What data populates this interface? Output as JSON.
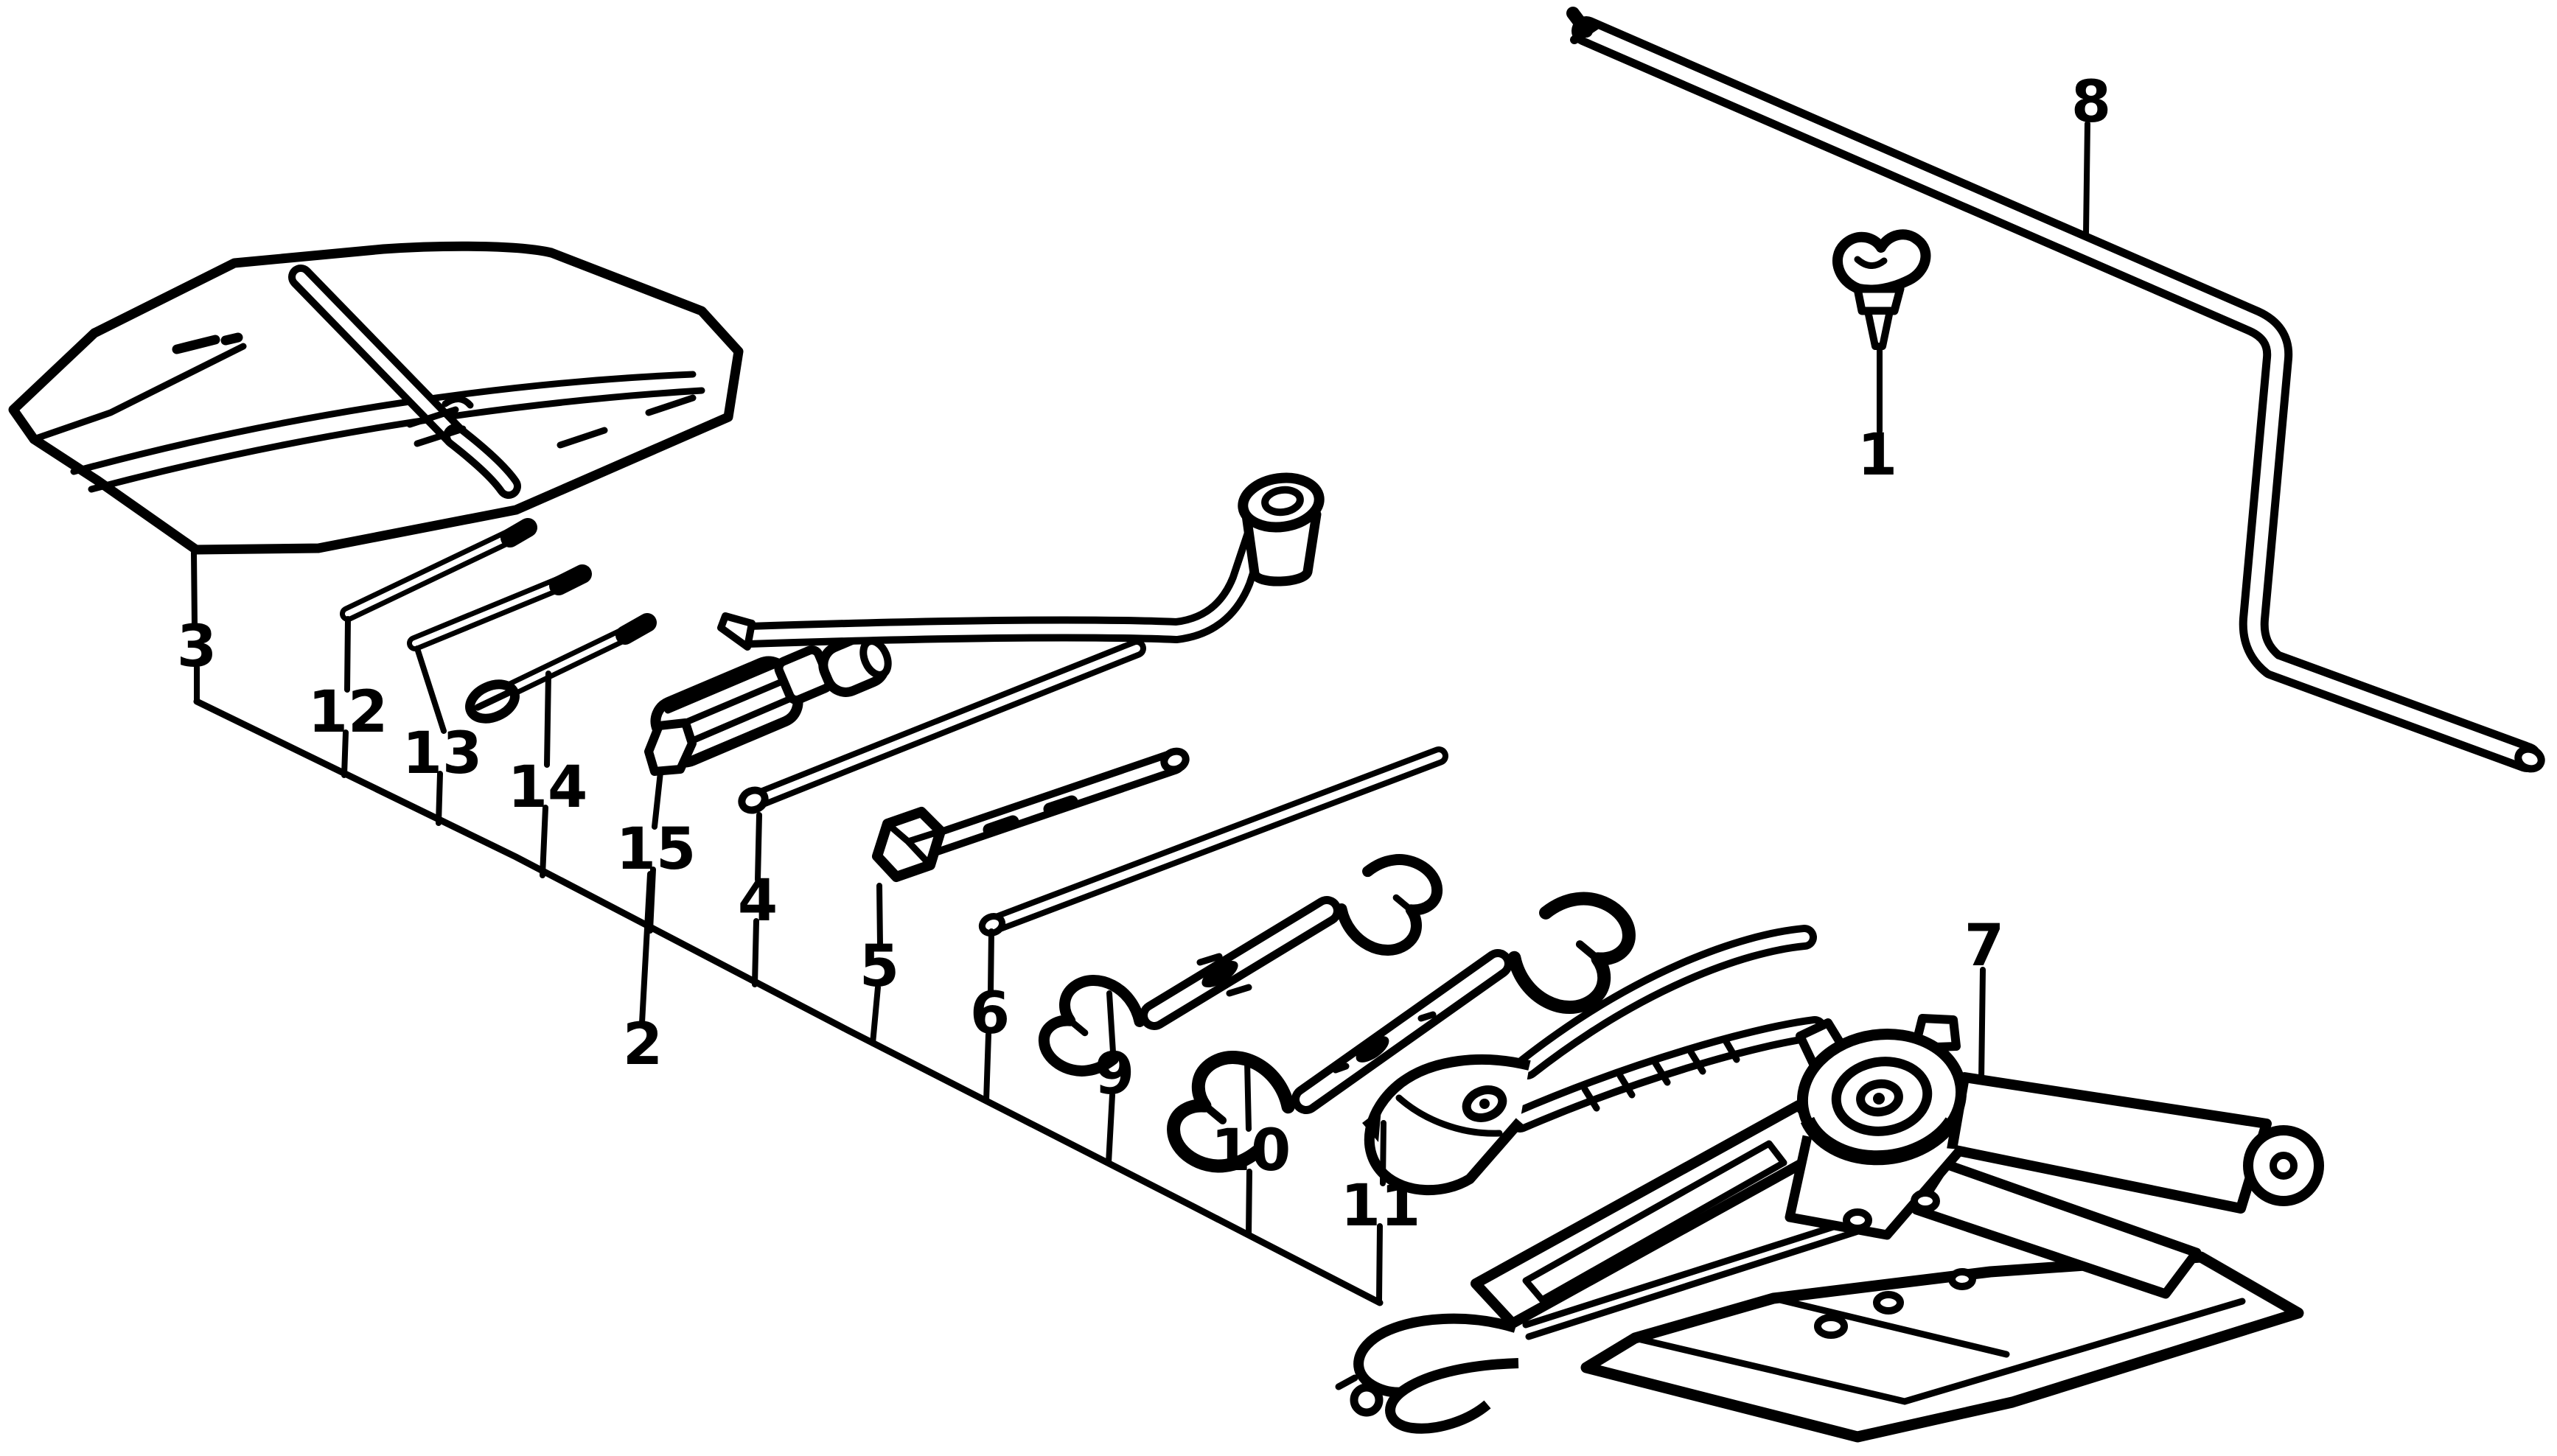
{
  "diagram": {
    "kind": "exploded-parts-diagram",
    "subject": "vehicle tool kit, tool bag and scissor jack",
    "background_color": "#ffffff",
    "ink_color": "#000000",
    "parts": [
      {
        "number": "1",
        "name": "spare-tire-wing-bolt"
      },
      {
        "number": "2",
        "name": "screwdriver-grip"
      },
      {
        "number": "3",
        "name": "tool-bag"
      },
      {
        "number": "4",
        "name": "jack-handle-rod"
      },
      {
        "number": "5",
        "name": "wheel-nut-wrench"
      },
      {
        "number": "6",
        "name": "jack-handle-extension-rod"
      },
      {
        "number": "7",
        "name": "scissor-jack"
      },
      {
        "number": "8",
        "name": "jack-lever-bar"
      },
      {
        "number": "9",
        "name": "open-end-wrench-small"
      },
      {
        "number": "10",
        "name": "open-end-wrench-large"
      },
      {
        "number": "11",
        "name": "pliers"
      },
      {
        "number": "12",
        "name": "screwdriver-rod-small"
      },
      {
        "number": "13",
        "name": "screwdriver-rod-medium"
      },
      {
        "number": "14",
        "name": "flat-blade-screwdriver"
      },
      {
        "number": "15",
        "name": "screwdriver-blade"
      }
    ]
  }
}
